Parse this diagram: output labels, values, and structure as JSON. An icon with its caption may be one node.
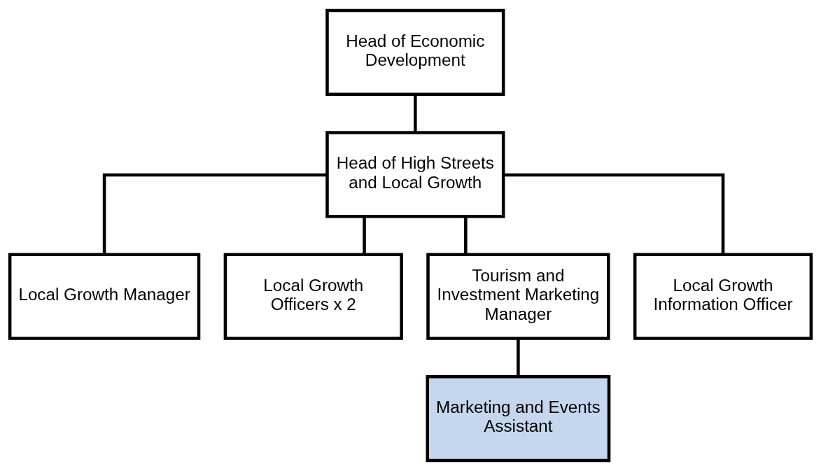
{
  "diagram": {
    "nodes": [
      {
        "text": [
          "Head of Economic Development"
        ]
      },
      {
        "text": [
          "Head of High Streets and Local Growth"
        ]
      },
      {
        "text": [
          "Local Growth Manager"
        ]
      },
      {
        "text": [
          "Local Growth Officers x 2"
        ]
      },
      {
        "text": [
          "Tourism and Investment Marketing Manager"
        ]
      },
      {
        "text": [
          "Local Growth Information Officer"
        ]
      },
      {
        "text": [
          "Marketing and Events Assistant"
        ]
      }
    ],
    "edges": [
      {
        "from": 0,
        "to": 1,
        "arrow": "none"
      },
      {
        "from": 1,
        "to": 2,
        "arrow": "none"
      },
      {
        "from": 1,
        "to": 3,
        "arrow": "none"
      },
      {
        "from": 1,
        "to": 4,
        "arrow": "none"
      },
      {
        "from": 1,
        "to": 5,
        "arrow": "none"
      },
      {
        "from": 4,
        "to": 6,
        "arrow": "none"
      }
    ]
  }
}
